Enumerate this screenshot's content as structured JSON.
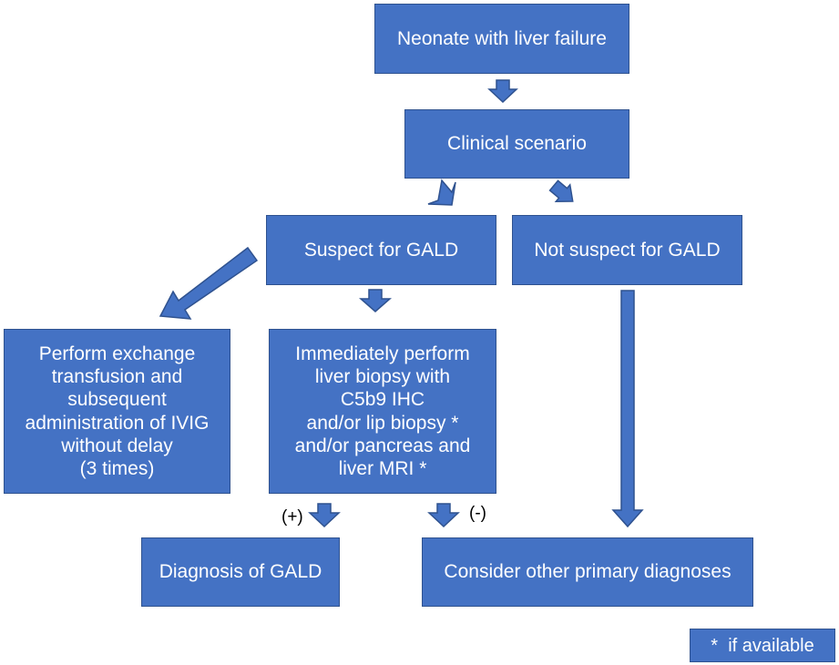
{
  "nodes": {
    "neonate": "Neonate with liver failure",
    "clinical": "Clinical scenario",
    "suspect": "Suspect for GALD",
    "not_suspect": "Not suspect for GALD",
    "exchange": [
      "Perform exchange",
      "transfusion and",
      "subsequent",
      "administration of IVIG",
      "without delay",
      "(3 times)"
    ],
    "biopsy": [
      "Immediately perform",
      "liver biopsy with",
      "C5b9 IHC",
      "and/or lip biopsy *",
      "and/or pancreas and",
      "liver MRI *"
    ],
    "diagnosis": "Diagnosis of GALD",
    "other": "Consider other primary diagnoses"
  },
  "labels": {
    "positive": "(+)",
    "negative": "(-)"
  },
  "footnote": "*  if available",
  "colors": {
    "box_fill": "#4472C4",
    "box_border": "#2F528F",
    "text": "#FFFFFF"
  }
}
